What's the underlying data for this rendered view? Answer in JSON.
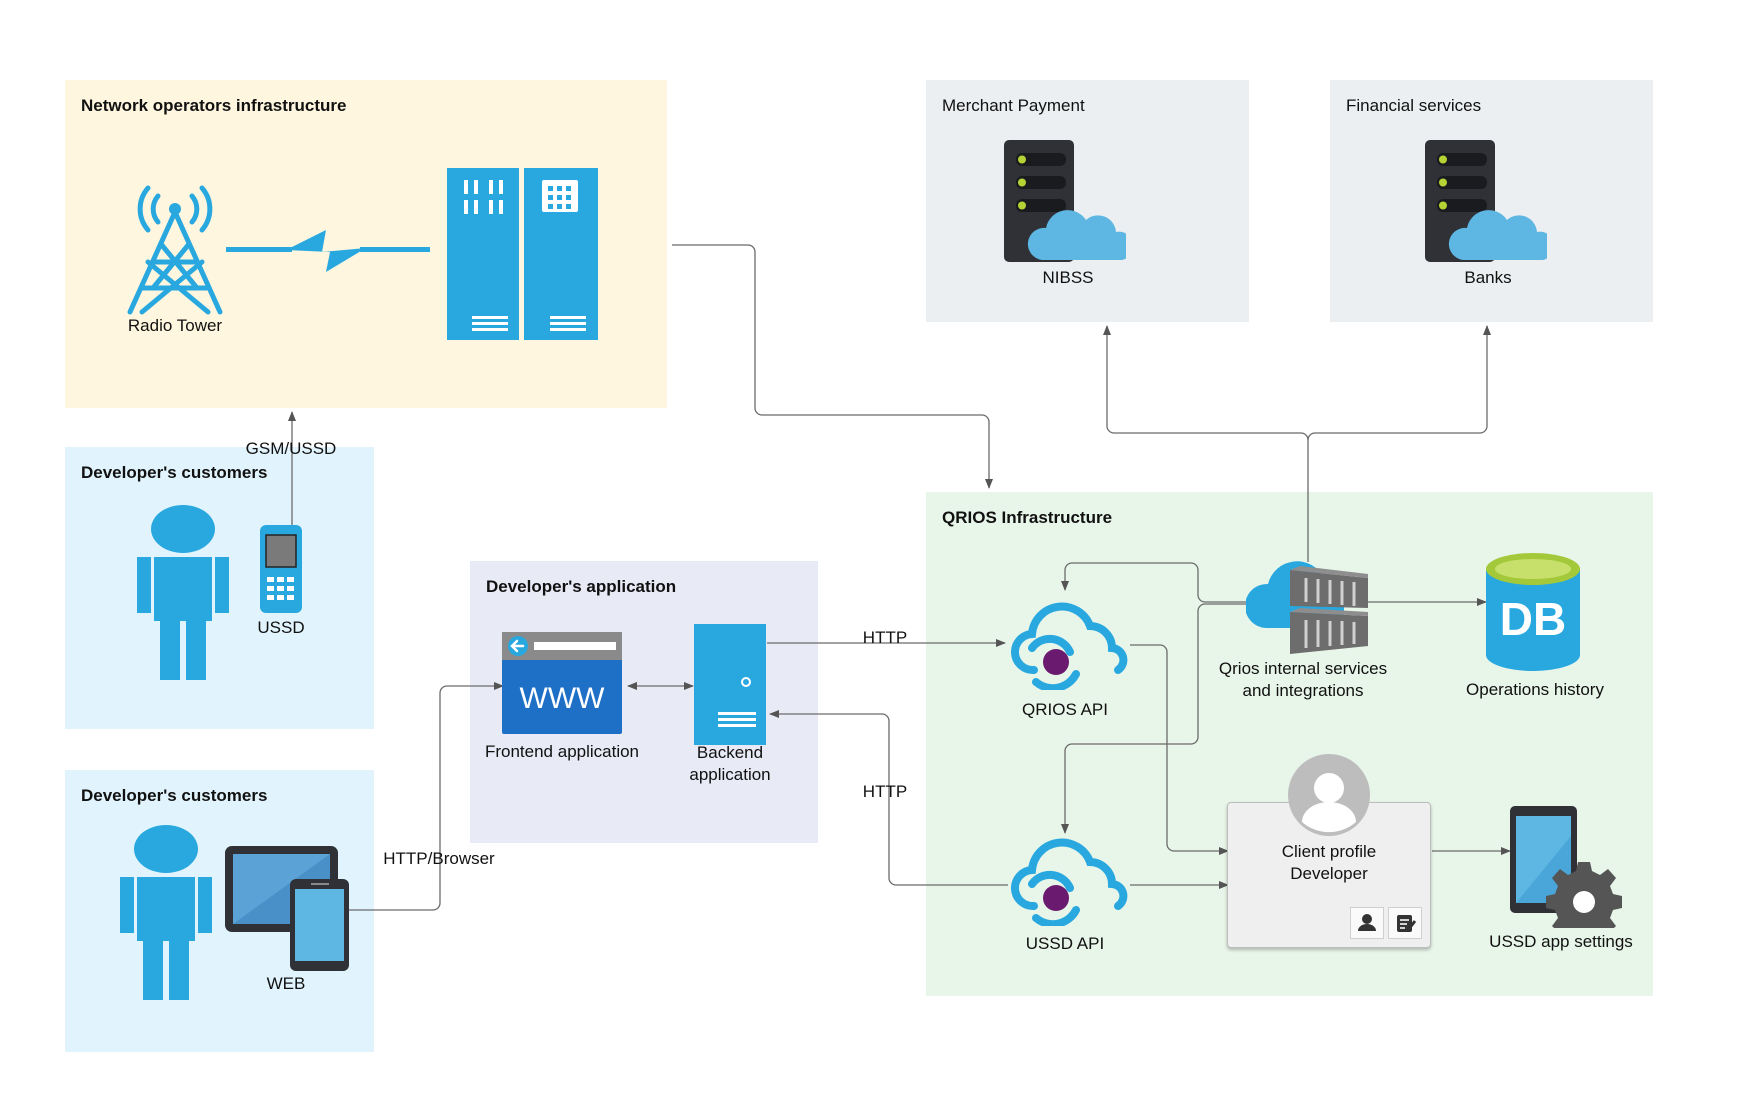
{
  "panels": {
    "network_operators": {
      "title": "Network operators infrastructure",
      "color": "#fff6df"
    },
    "merchant_payment": {
      "title": "Merchant Payment",
      "color": "#eceff1"
    },
    "financial_services": {
      "title": "Financial services",
      "color": "#eceff1"
    },
    "developers_customers_ussd": {
      "title": "Developer's customers",
      "color": "#e1f4fd"
    },
    "developers_customers_web": {
      "title": "Developer's customers",
      "color": "#e1f4fd"
    },
    "developers_application": {
      "title": "Developer's application",
      "color": "#e8eaf6"
    },
    "qrios_infrastructure": {
      "title": "QRIOS  Infrastructure",
      "color": "#e8f5e9"
    }
  },
  "nodes": {
    "radio_tower": "Radio Tower",
    "nibss": "NIBSS",
    "banks": "Banks",
    "ussd_phone": "USSD",
    "web_devices": "WEB",
    "frontend_app": "Frontend application",
    "www_text": "WWW",
    "backend_app_line1": "Backend",
    "backend_app_line2": "application",
    "qrios_internal_line1": "Qrios internal services",
    "qrios_internal_line2": "and integrations",
    "db_text": "DB",
    "operations_history": "Operations history",
    "qrios_api": "QRIOS API",
    "ussd_api": "USSD API",
    "client_profile_line1": "Client profile",
    "client_profile_line2": "Developer",
    "ussd_app_settings": "USSD app settings"
  },
  "edges": {
    "gsm_ussd": "GSM/USSD",
    "http_browser": "HTTP/Browser",
    "http_top": "HTTP",
    "http_bottom": "HTTP"
  },
  "icons": {
    "radio_tower": "radio-tower-icon",
    "server_cabinet": "server-cabinet-icon",
    "cloud_server": "cloud-server-icon",
    "person": "person-icon",
    "mobile_phone": "mobile-phone-icon",
    "tablet_phone": "tablet-phone-icon",
    "browser_window": "browser-window-icon",
    "server": "server-icon",
    "cloud_api": "cloud-api-icon",
    "database": "database-icon",
    "profile_card": "profile-card-icon",
    "tablet_settings": "tablet-settings-icon"
  },
  "colors": {
    "icon_blue": "#29a8e0",
    "dark_blue": "#1e6fc6",
    "api_purple": "#6a1b6f",
    "db_green": "#a3c93a",
    "edge_gray": "#666666"
  }
}
